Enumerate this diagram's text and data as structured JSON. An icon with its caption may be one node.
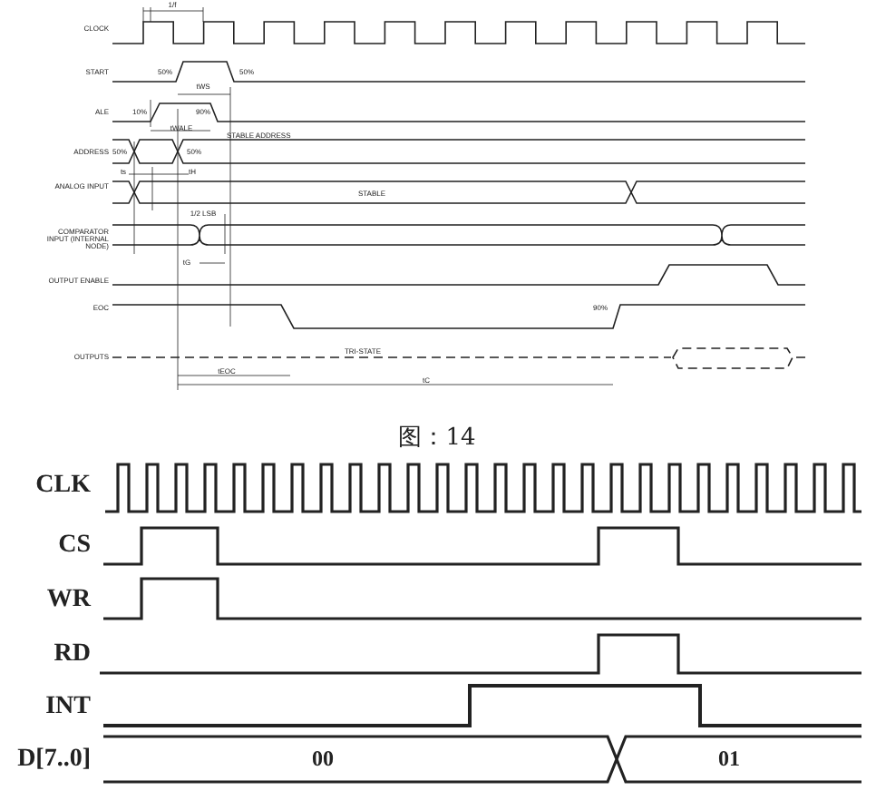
{
  "diagram": {
    "caption": "图：14",
    "labels": [
      "CLOCK",
      "START",
      "ALE",
      "ADDRESS",
      "ANALOG INPUT",
      "COMPARATOR INPUT (INTERNAL NODE)",
      "OUTPUT ENABLE",
      "EOC",
      "OUTPUTS",
      "1/f",
      "50%",
      "50%",
      "tWS",
      "10%",
      "90%",
      "tWALE",
      "50%",
      "50%",
      "STABLE ADDRESS",
      "ts",
      "tH",
      "STABLE",
      "1/2 LSB",
      "tG",
      "tEOC",
      "tC",
      "TRI-STATE",
      "90%",
      "CLK",
      "CS",
      "WR",
      "RD",
      "INT",
      "D[7..0]",
      "00",
      "01"
    ]
  }
}
